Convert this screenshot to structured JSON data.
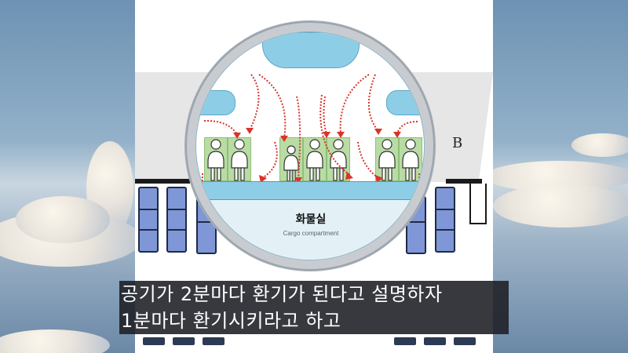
{
  "illustration": {
    "cargo_label_korean": "화물실",
    "cargo_label_english": "Cargo compartment",
    "side_label": "B",
    "colors": {
      "overhead_bin": "#8ecde6",
      "seat": "#b9dca4",
      "airflow_arrow": "#d9342b",
      "fuselage_ring": "#c8ccd1",
      "row_seat_blue": "#7f97d6"
    }
  },
  "subtitle": {
    "line1": "공기가 2분마다 환기가 된다고 설명하자",
    "line2": "1분마다 환기시키라고 하고"
  }
}
